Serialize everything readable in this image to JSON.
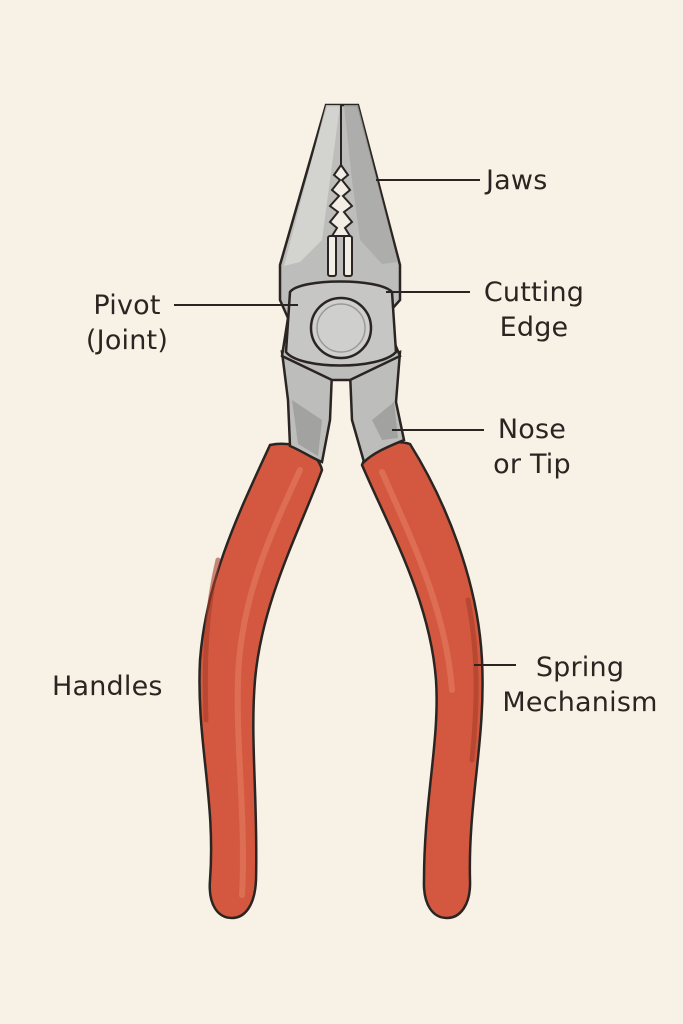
{
  "labels": {
    "jaws": "Jaws",
    "cutting_edge": "Cutting\nEdge",
    "pivot": "Pivot\n(Joint)",
    "nose": "Nose\nor Tip",
    "handles": "Handles",
    "spring": "Spring\nMechanism"
  },
  "colors": {
    "background": "#f8f1e5",
    "handle_grip": "#d3583f",
    "handle_shade": "#a83d2a",
    "handle_highlight": "#e2775c",
    "metal": "#bdbdbb",
    "metal_dark": "#7d7d7b",
    "metal_light": "#d8d8d6",
    "outline": "#2a2522"
  }
}
